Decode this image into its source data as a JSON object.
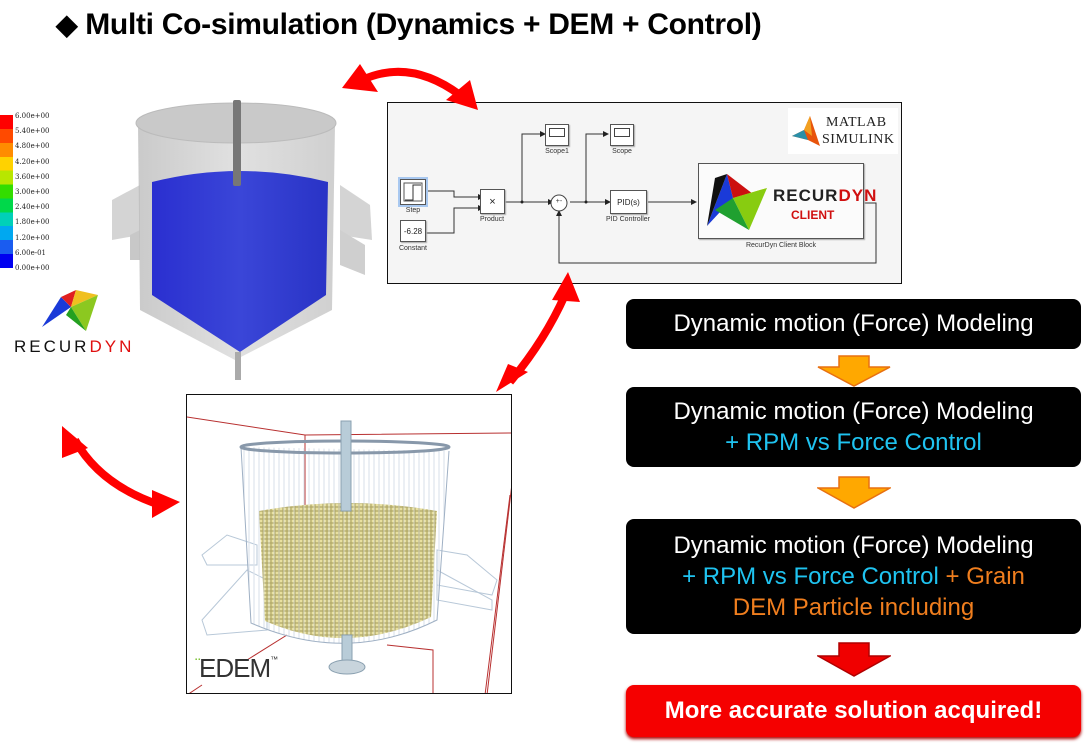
{
  "title": {
    "bullet_icon": "diamond-bullet-icon",
    "text": "Multi Co-simulation (Dynamics + DEM + Control)"
  },
  "recurdyn_panel": {
    "legend": {
      "labels": [
        "6.00e+00",
        "5.40e+00",
        "4.80e+00",
        "4.20e+00",
        "3.60e+00",
        "3.00e+00",
        "2.40e+00",
        "1.80e+00",
        "1.20e+00",
        "6.00e-01",
        "0.00e+00"
      ],
      "colors": [
        "#ff0000",
        "#ff4a00",
        "#ff8c00",
        "#ffd200",
        "#b8e600",
        "#33dd00",
        "#00d84a",
        "#00d0b8",
        "#00a8f0",
        "#1a5cf0",
        "#0000f0"
      ]
    },
    "logo_text_black": "RECUR",
    "logo_text_red": "DYN"
  },
  "simulink_panel": {
    "blocks": {
      "step": "Step",
      "constant_value": "-6.28",
      "constant": "Constant",
      "product_symbol": "×",
      "product": "Product",
      "scope1": "Scope1",
      "scope": "Scope",
      "sum_symbol": "+-",
      "pid_value": "PID(s)",
      "pid": "PID Controller",
      "client_title_black": "RECUR",
      "client_title_red": "DYN",
      "client_sub": "CLIENT",
      "client_block": "RecurDyn Client Block"
    },
    "matlab_logo": {
      "line1": "MATLAB",
      "line2": "SIMULINK"
    }
  },
  "edem_panel": {
    "logo": "EDEM",
    "trademark": "™"
  },
  "flow": {
    "step1": {
      "line1": "Dynamic motion (Force) Modeling"
    },
    "step2": {
      "line1": "Dynamic motion (Force) Modeling",
      "line2": "+ RPM vs Force Control"
    },
    "step3": {
      "line1": "Dynamic motion (Force) Modeling",
      "line2_cyan": "+ RPM vs Force Control",
      "line2_orange": " + Grain",
      "line3": "DEM Particle including"
    },
    "result": "More accurate solution acquired!",
    "colors": {
      "cyan": "#1fc3f0",
      "orange": "#f07e1e",
      "arrow_orange": "#ffa800",
      "arrow_red": "#f00000",
      "result_bg": "#f50000"
    }
  }
}
